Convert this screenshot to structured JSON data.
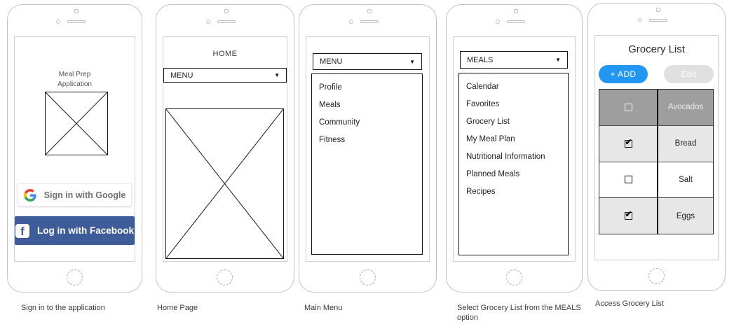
{
  "colors": {
    "facebook_blue": "#3e5c9a",
    "add_button_blue": "#2196f3",
    "edit_button_gray": "#e0e0e0",
    "row_dark_gray": "#9e9e9e",
    "row_light_gray": "#e7e7e7"
  },
  "icons": {
    "dropdown_caret": "▼",
    "checkbox_check": "✔",
    "facebook_letter": "f"
  },
  "phones": [
    {
      "caption": "Sign in to the application",
      "app_title": "Meal Prep\nApplication",
      "google_button_label": "Sign in with Google",
      "facebook_button_label": "Log in with Facebook"
    },
    {
      "caption": "Home Page",
      "header": "HOME",
      "dropdown_label": "MENU"
    },
    {
      "caption": "Main Menu",
      "dropdown_label": "MENU",
      "menu_items": [
        "Profile",
        "Meals",
        "Community",
        "Fitness"
      ]
    },
    {
      "caption": "Select Grocery List from the MEALS option",
      "dropdown_label": "MEALS",
      "menu_items": [
        "Calendar",
        "Favorites",
        "Grocery List",
        "My Meal Plan",
        "Nutritional Information",
        "Planned Meals",
        "Recipes"
      ]
    },
    {
      "caption": "Access Grocery List",
      "title": "Grocery List",
      "add_button_label": "+ ADD",
      "edit_button_label": "Edit",
      "grocery_items": [
        {
          "name": "Avocados",
          "checked": false,
          "row_style": "dark"
        },
        {
          "name": "Bread",
          "checked": true,
          "row_style": "gray"
        },
        {
          "name": "Salt",
          "checked": false,
          "row_style": "white"
        },
        {
          "name": "Eggs",
          "checked": true,
          "row_style": "gray"
        }
      ]
    }
  ]
}
